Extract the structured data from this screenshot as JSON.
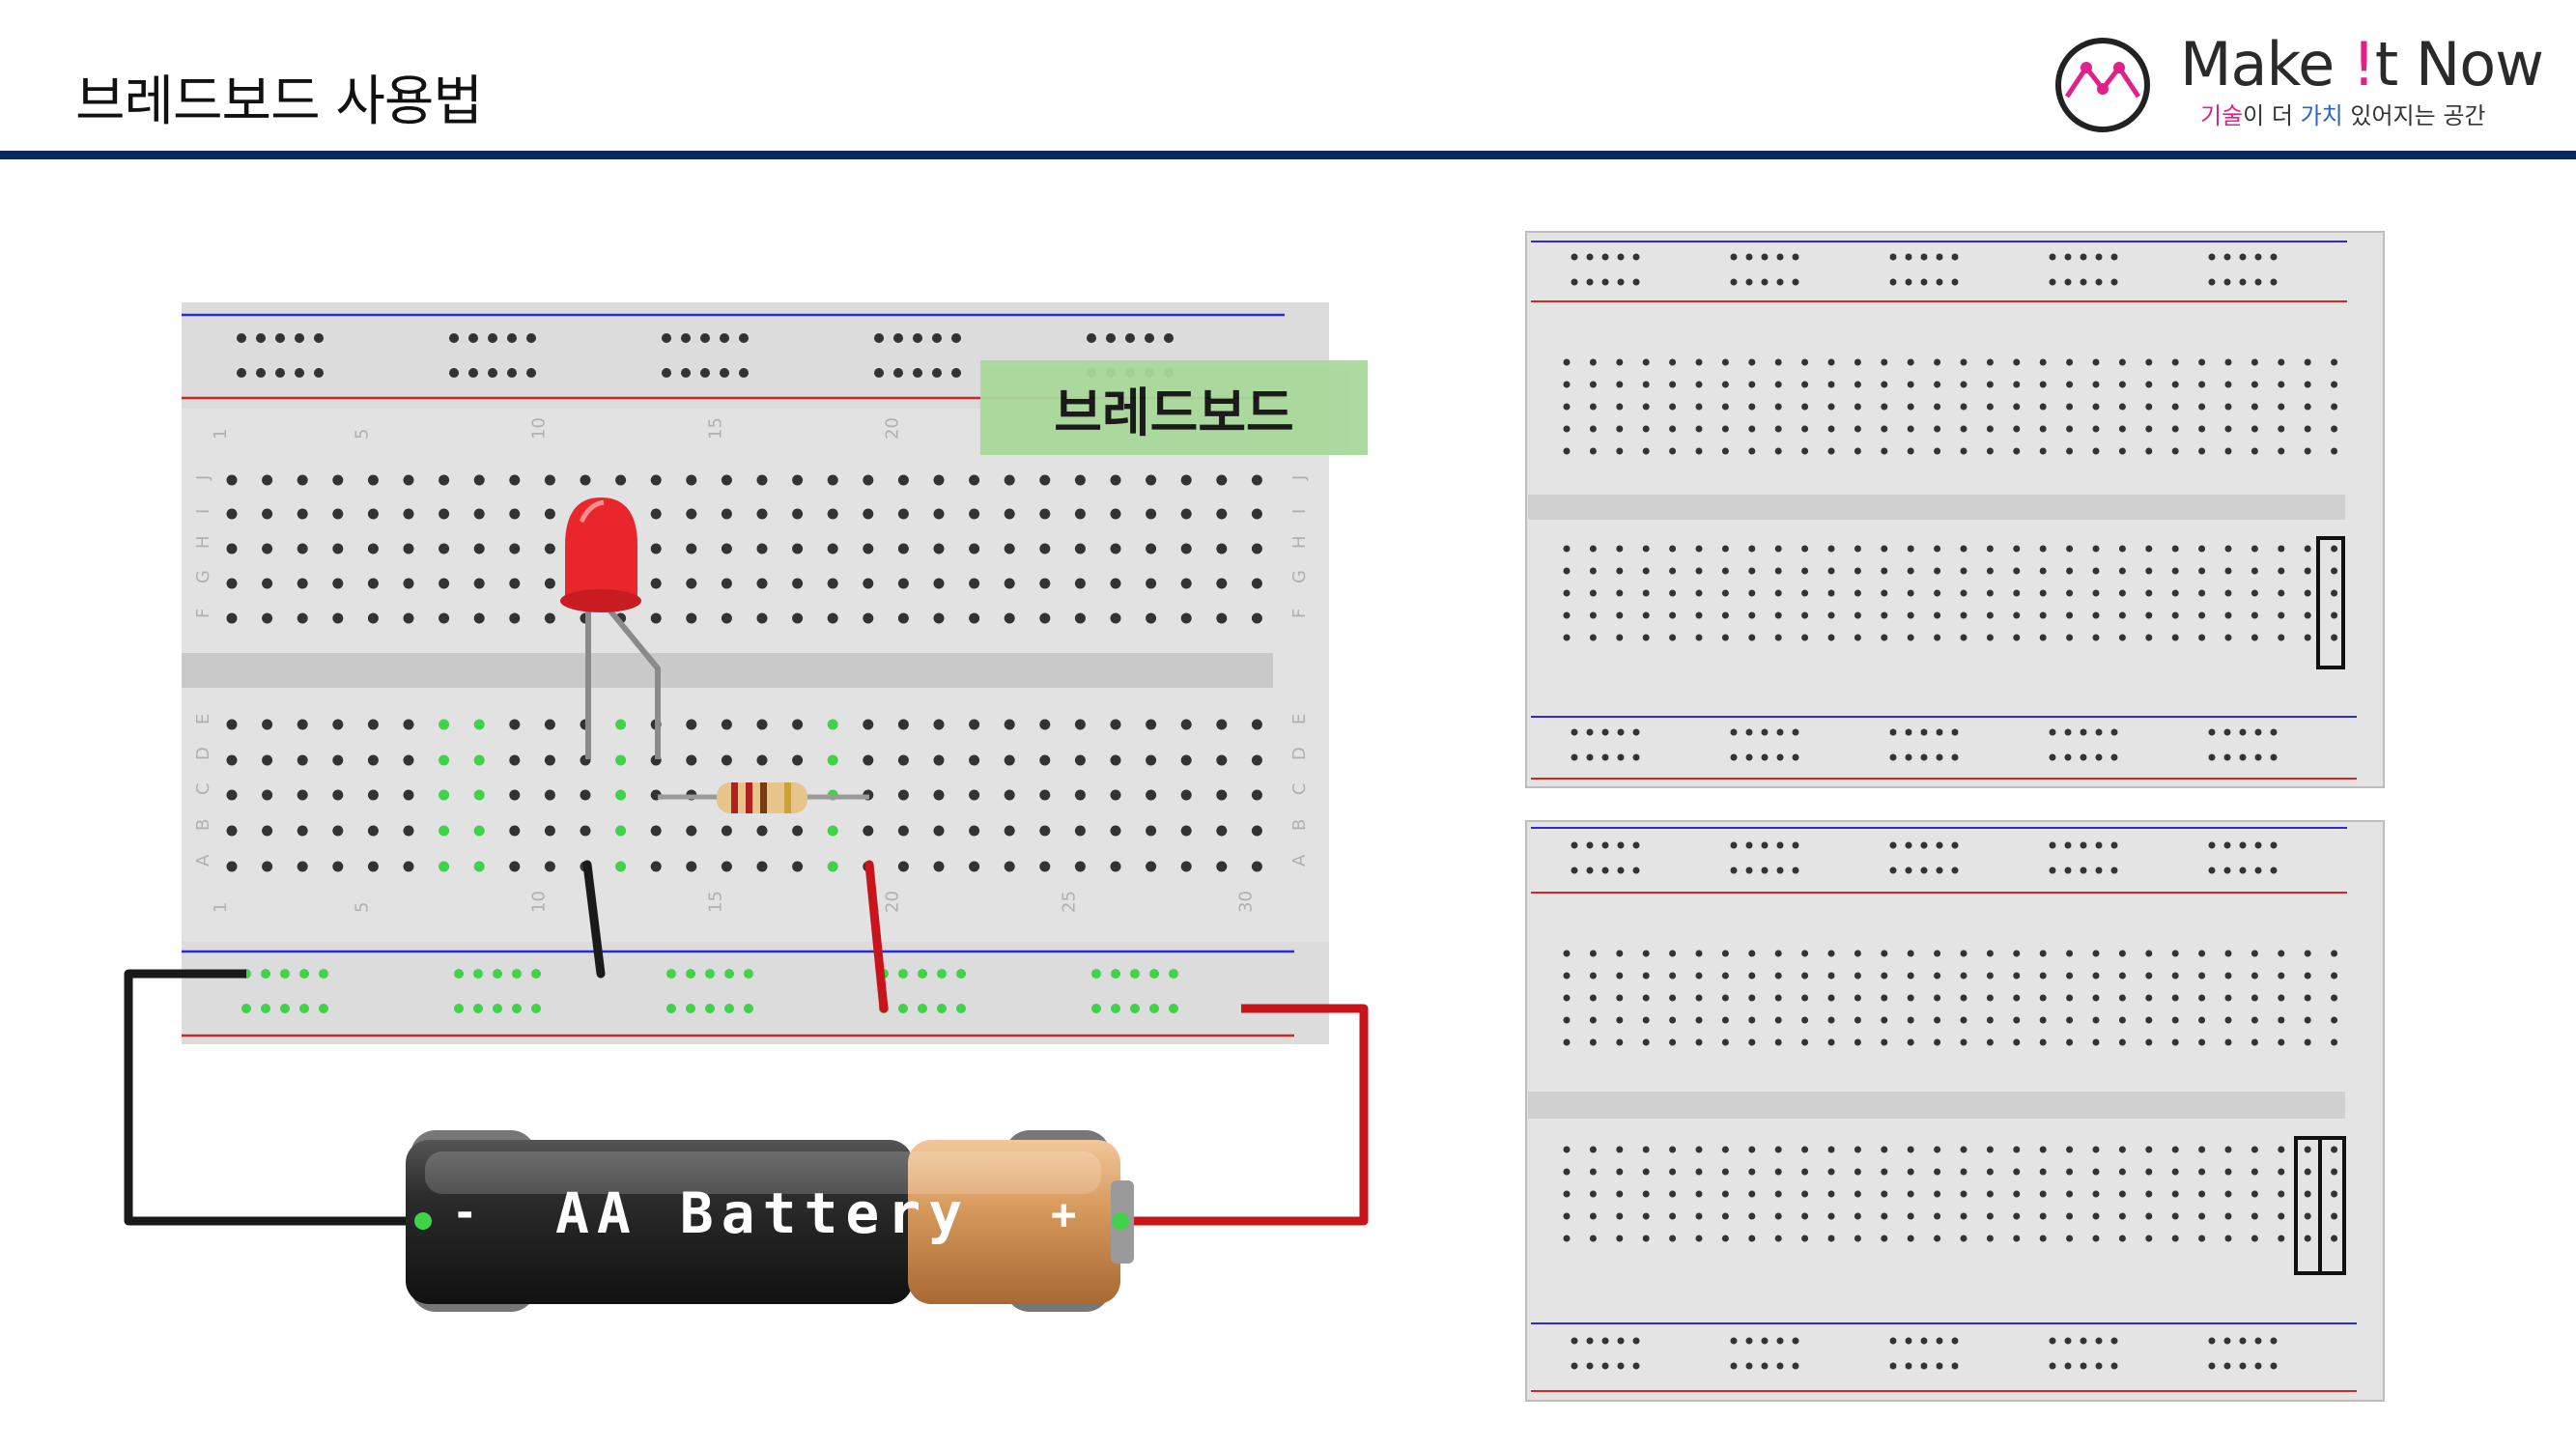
{
  "header": {
    "title": "브레드보드 사용법"
  },
  "logo": {
    "word_pre": "Make ",
    "word_ex": "!",
    "word_post": "t Now",
    "tag_1": "기술",
    "tag_2": "이 더 ",
    "tag_3": "가치",
    "tag_4": " 있어지는 공간",
    "icon": "mountain-circle-logo-icon"
  },
  "diagram": {
    "breadboard_label": "브레드보드",
    "battery_label": "AA Battery",
    "battery_minus": "-",
    "battery_plus": "+",
    "column_numbers": [
      "1",
      "5",
      "10",
      "15",
      "20",
      "25",
      "30"
    ],
    "row_letters_top": [
      "J",
      "I",
      "H",
      "G",
      "F"
    ],
    "row_letters_bottom": [
      "E",
      "D",
      "C",
      "B",
      "A"
    ]
  },
  "colors": {
    "rule": "#0d2a5c",
    "label_bg": "#a8d89a",
    "wire_red": "#c8151b",
    "wire_black": "#1a1a1a",
    "led": "#e8262c",
    "connection_green": "#3fd24a"
  }
}
